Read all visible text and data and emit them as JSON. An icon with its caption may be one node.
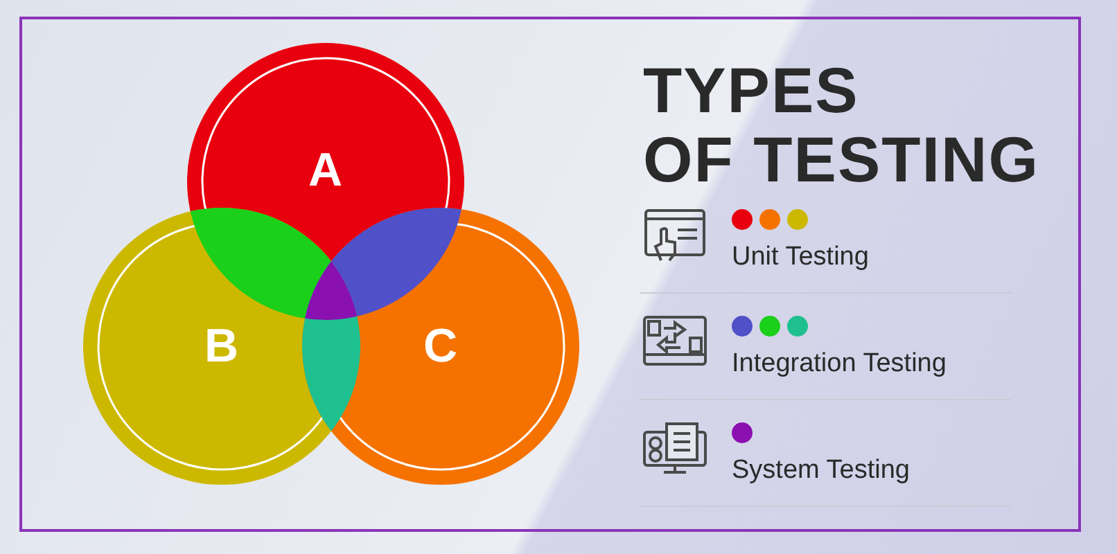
{
  "diagram": {
    "title": "TYPES OF TESTING",
    "nodes": [
      {
        "text": [
          "A"
        ]
      },
      {
        "text": [
          "B"
        ]
      },
      {
        "text": [
          "C"
        ]
      }
    ],
    "edges": [],
    "legend": [
      {
        "text": "Unit Testing"
      },
      {
        "text": "Integration Testing"
      },
      {
        "text": "System Testing"
      }
    ]
  }
}
